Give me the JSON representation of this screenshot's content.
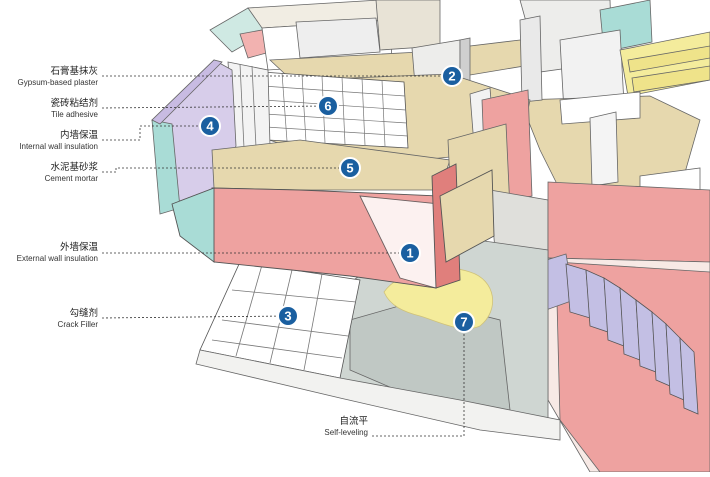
{
  "materials": [
    {
      "num": "2",
      "cn": "石膏基抹灰",
      "en": "Gypsum-based plaster"
    },
    {
      "num": "6",
      "cn": "瓷砖粘结剂",
      "en": "Tile adhesive"
    },
    {
      "num": "4",
      "cn": "内墙保温",
      "en": "Internal wall insulation"
    },
    {
      "num": "5",
      "cn": "水泥基砂浆",
      "en": "Cement mortar"
    },
    {
      "num": "1",
      "cn": "外墙保温",
      "en": "External wall insulation"
    },
    {
      "num": "3",
      "cn": "勾缝剂",
      "en": "Crack Filler"
    },
    {
      "num": "7",
      "cn": "自流平",
      "en": "Self-leveling"
    }
  ],
  "colors": {
    "marker_fill": "#1a5fa0",
    "marker_ring": "#ffffff",
    "leader": "#333333",
    "wall_pink": "#eea2a0",
    "floor_tan": "#e6d8ae",
    "teal": "#a9dcd6",
    "lavender": "#d7cdea",
    "yellow": "#f4ec9c",
    "stair_lavender": "#c3bfe4",
    "outline": "#555555"
  }
}
